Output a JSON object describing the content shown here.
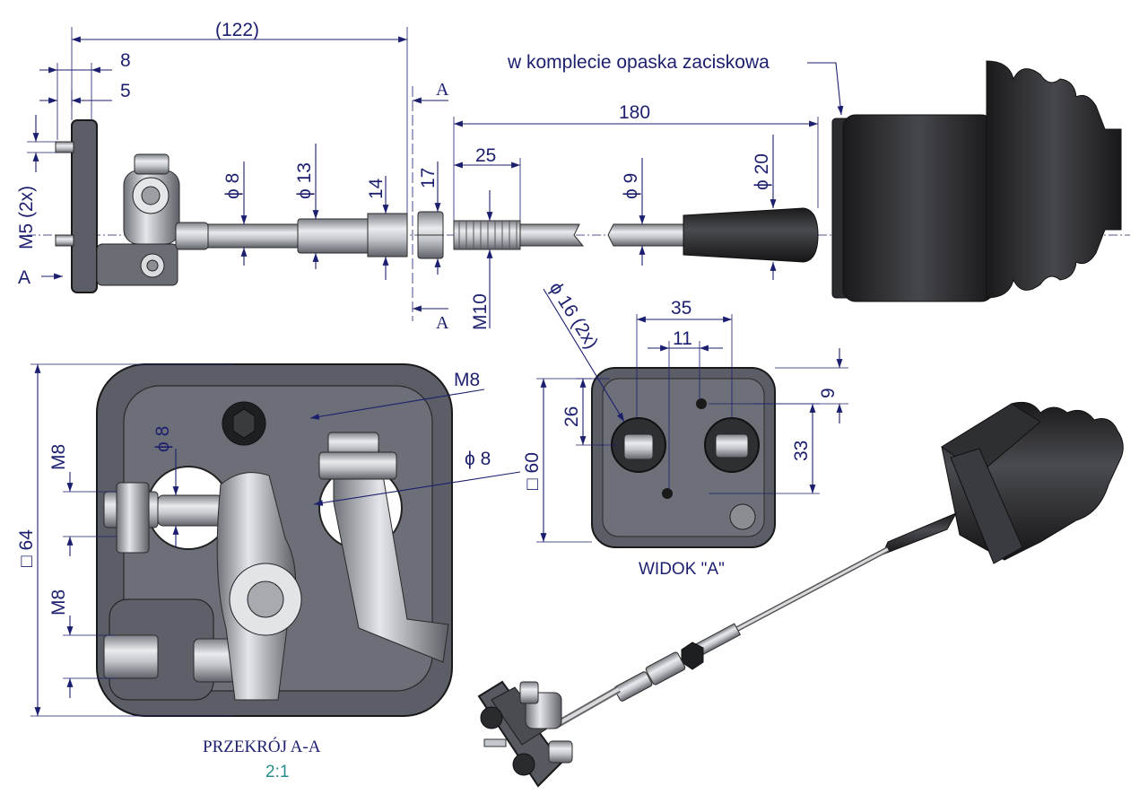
{
  "labels": {
    "dim_122": "(122)",
    "dim_8": "8",
    "dim_5": "5",
    "m5": "M5 (2x)",
    "section_a_left": "A",
    "section_a_top": "A",
    "section_a_bottom": "A",
    "phi8": "ϕ 8",
    "phi13": "ϕ 13",
    "dim_14": "14",
    "dim_17": "17",
    "dim_25": "25",
    "m10": "M10",
    "dim_180": "180",
    "phi9": "ϕ 9",
    "phi20": "ϕ 20",
    "kit_note": "w komplecie opaska zaciskowa",
    "sq64": "□ 64",
    "m8_top": "M8",
    "m8_bottom": "M8",
    "sec_phi8": "ϕ 8",
    "sec_m8": "M8",
    "sec_phi8_right": "ϕ 8",
    "section_title": "PRZEKRÓJ A-A",
    "section_scale": "2:1",
    "phi16": "ϕ 16 (2x)",
    "dim_35": "35",
    "dim_11": "11",
    "dim_9": "9",
    "dim_26": "26",
    "sq60": "□ 60",
    "dim_33": "33",
    "view_title": "WIDOK \"A\""
  },
  "colors": {
    "dimension_ink": "#1c1f6e",
    "metal": "#c9ccd1",
    "rubber": "#2b2b2e",
    "plate": "#5b5e66"
  }
}
